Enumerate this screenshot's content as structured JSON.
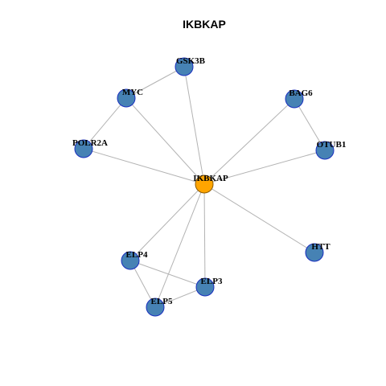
{
  "title": "IKBKAP",
  "colors": {
    "hub_fill": "#FFA500",
    "hub_stroke": "#8B5A00",
    "node_fill": "#4682B4",
    "node_stroke": "#1a2fbf",
    "edge": "#b3b3b3"
  },
  "nodes": [
    {
      "id": "IKBKAP",
      "hub": true
    },
    {
      "id": "GSK3B"
    },
    {
      "id": "MYC"
    },
    {
      "id": "BAG6"
    },
    {
      "id": "POLR2A"
    },
    {
      "id": "OTUB1"
    },
    {
      "id": "ELP4"
    },
    {
      "id": "HTT"
    },
    {
      "id": "ELP3"
    },
    {
      "id": "ELP5"
    }
  ],
  "edges": [
    [
      "GSK3B",
      "MYC"
    ],
    [
      "MYC",
      "POLR2A"
    ],
    [
      "BAG6",
      "OTUB1"
    ],
    [
      "IKBKAP",
      "GSK3B"
    ],
    [
      "IKBKAP",
      "MYC"
    ],
    [
      "IKBKAP",
      "BAG6"
    ],
    [
      "IKBKAP",
      "POLR2A"
    ],
    [
      "IKBKAP",
      "OTUB1"
    ],
    [
      "IKBKAP",
      "ELP4"
    ],
    [
      "IKBKAP",
      "HTT"
    ],
    [
      "IKBKAP",
      "ELP3"
    ],
    [
      "IKBKAP",
      "ELP5"
    ],
    [
      "ELP4",
      "ELP3"
    ],
    [
      "ELP4",
      "ELP5"
    ],
    [
      "ELP5",
      "ELP3"
    ]
  ]
}
